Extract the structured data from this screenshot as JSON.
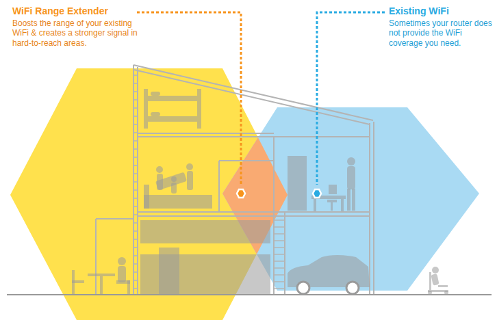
{
  "diagram": {
    "labels": [
      "WiFi Range Extender",
      "Boosts the range of your existing WiFi & creates a stronger signal in hard-to-reach areas.",
      "Existing WiFi",
      "Sometimes your router does not provide the WiFi coverage you need."
    ]
  }
}
